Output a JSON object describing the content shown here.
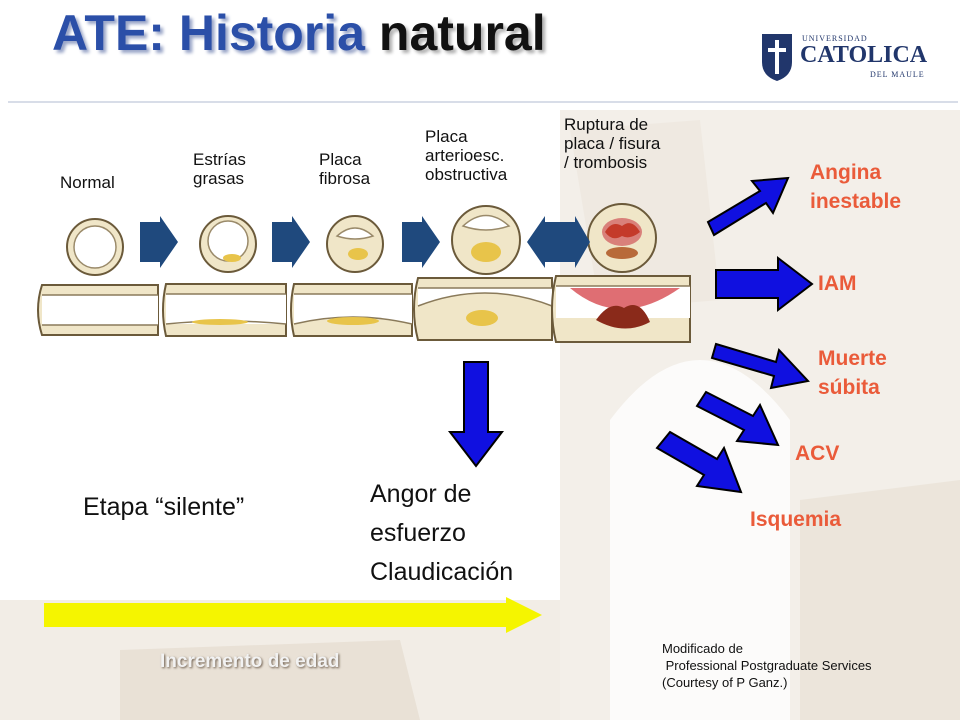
{
  "title": {
    "part1": "ATE: Historia",
    "part2": "natural"
  },
  "logo": {
    "top": "UNIVERSIDAD",
    "main": "CATOLICA",
    "bottom": "DEL MAULE"
  },
  "stages": [
    {
      "label": "Normal"
    },
    {
      "label": "Estrías\ngrasas"
    },
    {
      "label": "Placa\nfibrosa"
    },
    {
      "label": "Placa\narterioesc.\nobstructiva"
    },
    {
      "label": "Ruptura de\nplaca / fisura\n/  trombosis"
    }
  ],
  "outcomes": [
    "Angina\ninestable",
    "IAM",
    "Muerte\nsúbita",
    "ACV",
    "Isquemia"
  ],
  "silent_stage": "Etapa “silente”",
  "symptoms": "Angor de\nesfuerzo\nClaudicación",
  "age_label": "Incremento de edad",
  "credit": "Modificado de\n Professional Postgraduate Services\n(Courtesy of P Ganz.)",
  "colors": {
    "title_blue": "#2b4fa8",
    "outcome_text": "#ea5b3a",
    "blue_arrow": "#1010e0",
    "stage_arrow": "#1f497d",
    "age_arrow": "#f5f500",
    "plaque_yellow": "#e8c44a",
    "thrombus_red": "#c43a2a"
  }
}
